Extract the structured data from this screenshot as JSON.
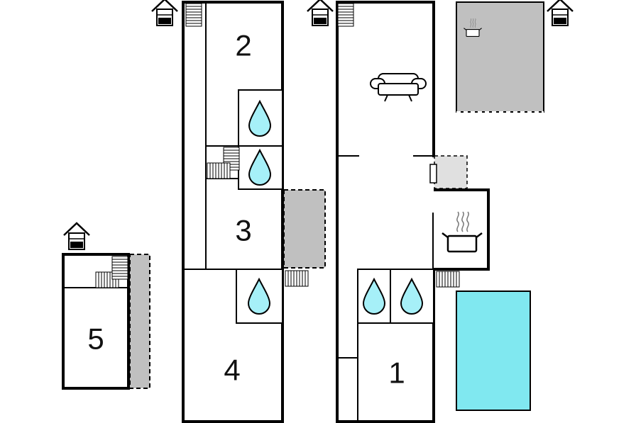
{
  "rooms": {
    "room1": "1",
    "room2": "2",
    "room3": "3",
    "room4": "4",
    "room5": "5"
  },
  "icons": {
    "water": "water-drop-icon",
    "house": "house-icon",
    "stairs": "stairs-icon",
    "sofa": "sofa-icon",
    "cooking_pot": "cooking-pot-icon",
    "radiator": "radiator-icon"
  },
  "colors": {
    "wall": "#000000",
    "terrace": "#c0c0c0",
    "pool": "#80e8f0",
    "water_drop": "#a6f0f8",
    "background": "#ffffff"
  }
}
